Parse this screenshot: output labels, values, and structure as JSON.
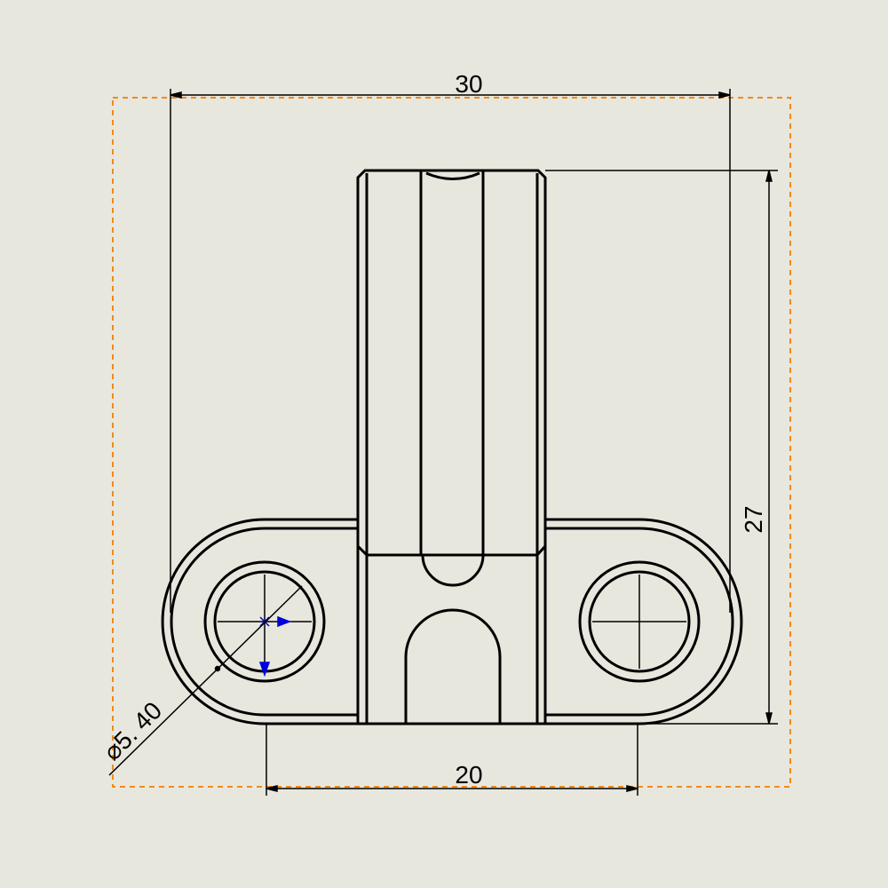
{
  "drawing": {
    "dimensions": {
      "width_top": "30",
      "height_right": "27",
      "hole_spacing": "20",
      "hole_diameter": "⌀5. 40"
    },
    "colors": {
      "background": "#e8e7dd",
      "line": "#000000",
      "bounding_box": "#f08a1c",
      "selection_marker": "#0000dd"
    }
  }
}
